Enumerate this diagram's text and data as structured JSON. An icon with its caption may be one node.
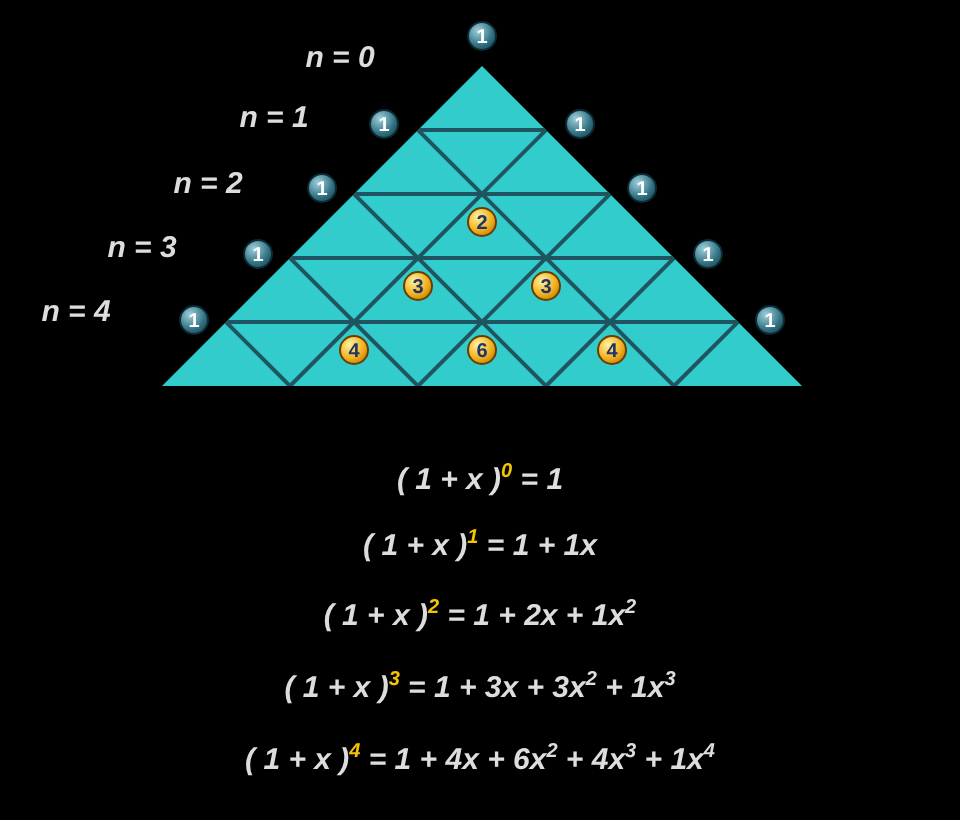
{
  "diagram": {
    "labels": [
      "n = 0",
      "1",
      "n = 1",
      "1",
      "1",
      "n = 2",
      "1",
      "2",
      "1",
      "n = 3",
      "1",
      "3",
      "3",
      "1",
      "n = 4",
      "1",
      "4",
      "6",
      "4",
      "1",
      "( 1 + x )$^{0}$ = 1",
      "( 1 + x )$^{1}$ = 1 + 1x",
      "( 1 + x )$^{2}$ = 1 + 2x + 1x$^{2}$",
      "( 1 + x )$^{3}$ = 1 + 3x + 3x$^{2}$ + 1x$^{3}$",
      "( 1 + x )$^{4}$ = 1 + 4x + 6x$^{2}$ + 4x$^{3}$ + 1x$^{4}$"
    ]
  }
}
